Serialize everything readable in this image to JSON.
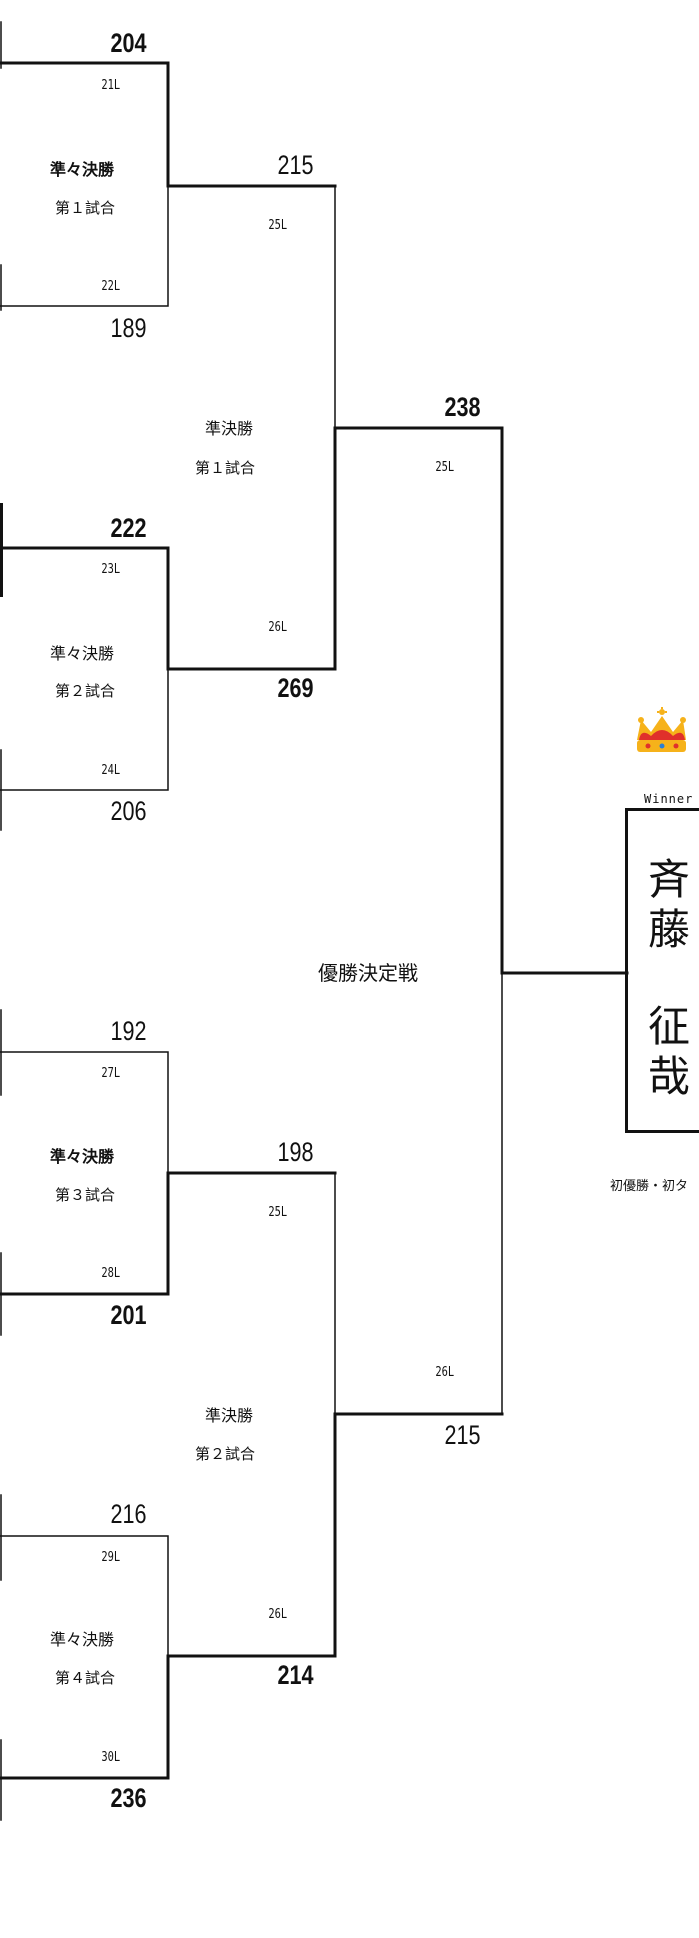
{
  "scores": {
    "qf1_top": "204",
    "qf1_bot": "189",
    "qf2_top": "222",
    "qf2_bot": "206",
    "qf3_top": "192",
    "qf3_bot": "201",
    "qf4_top": "216",
    "qf4_bot": "236",
    "sf1_top": "215",
    "sf1_bot": "269",
    "sf2_top": "198",
    "sf2_bot": "214",
    "f_top": "238",
    "f_bot": "215"
  },
  "lanes": {
    "qf1_top": "21L",
    "qf1_bot": "22L",
    "qf2_top": "23L",
    "qf2_bot": "24L",
    "qf3_top": "27L",
    "qf3_bot": "28L",
    "qf4_top": "29L",
    "qf4_bot": "30L",
    "sf1_top": "25L",
    "sf1_bot": "26L",
    "sf2_top": "25L",
    "sf2_bot": "26L",
    "f_top": "25L",
    "f_bot": "26L"
  },
  "matches": {
    "qf1": {
      "name": "準々決勝",
      "num": "第１試合"
    },
    "qf2": {
      "name": "準々決勝",
      "num": "第２試合"
    },
    "qf3": {
      "name": "準々決勝",
      "num": "第３試合"
    },
    "qf4": {
      "name": "準々決勝",
      "num": "第４試合"
    },
    "sf1": {
      "name": "準決勝",
      "num": "第１試合"
    },
    "sf2": {
      "name": "準決勝",
      "num": "第２試合"
    },
    "final": {
      "name": "優勝決定戦"
    }
  },
  "winner": {
    "label": "Winner",
    "name_line1": "斉",
    "name_line2": "藤",
    "name_line3": "征",
    "name_line4": "哉",
    "note": "初優勝・初タ"
  },
  "colors": {
    "line": "#111111",
    "crown_gold": "#f6b21a",
    "crown_red": "#e0302b"
  },
  "icons": {
    "crown": "crown-icon"
  }
}
